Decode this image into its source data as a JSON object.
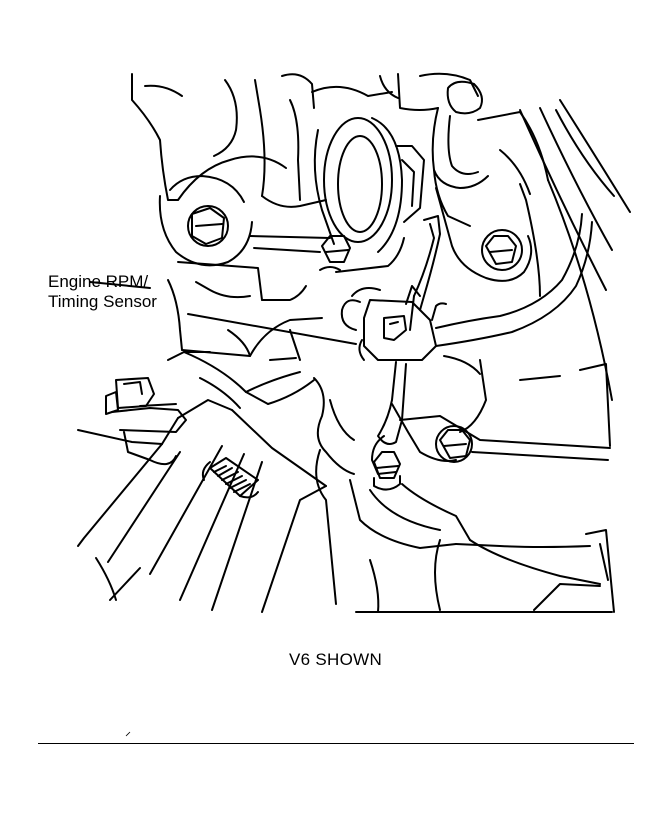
{
  "diagram": {
    "callout_line1": "Engine RPM/",
    "callout_line2": "Timing Sensor",
    "caption": "V6 SHOWN"
  },
  "colors": {
    "ink": "#000000",
    "paper": "#ffffff"
  }
}
